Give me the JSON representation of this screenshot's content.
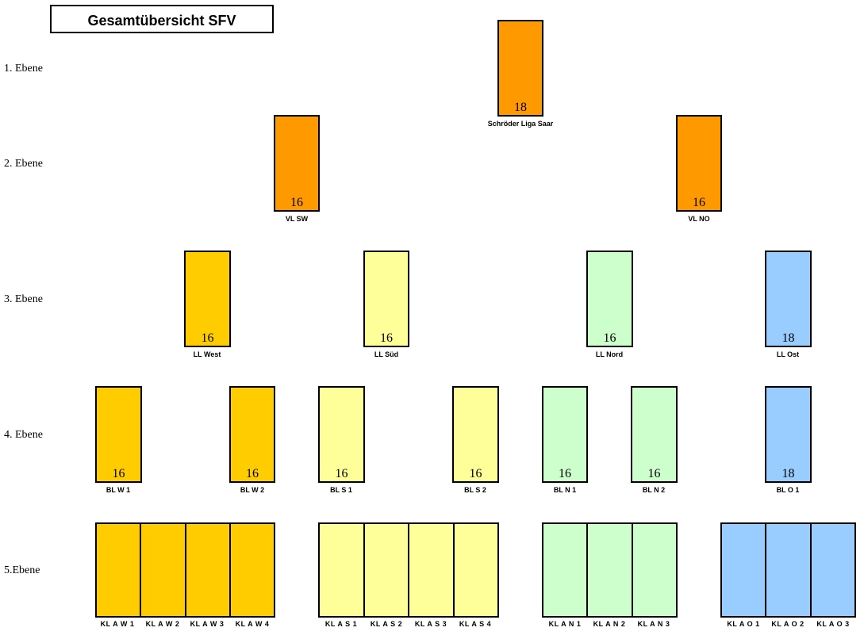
{
  "title": "Gesamtübersicht SFV",
  "colors": {
    "orange": "#ff9900",
    "gold": "#ffcc00",
    "lightyellow": "#ffff99",
    "lightgreen": "#ccffcc",
    "lightblue": "#99ccff"
  },
  "levels": [
    "1. Ebene",
    "2. Ebene",
    "3. Ebene",
    "4. Ebene",
    "5.Ebene"
  ],
  "leagues": {
    "slsaar": {
      "name": "Schröder Liga Saar",
      "count": "18"
    },
    "vlsw": {
      "name": "VL SW",
      "count": "16"
    },
    "vlno": {
      "name": "VL NO",
      "count": "16"
    },
    "llwest": {
      "name": "LL West",
      "count": "16"
    },
    "llsud": {
      "name": "LL Süd",
      "count": "16"
    },
    "llnord": {
      "name": "LL Nord",
      "count": "16"
    },
    "llost": {
      "name": "LL Ost",
      "count": "18"
    },
    "blw1": {
      "name": "BL  W 1",
      "count": "16"
    },
    "blw2": {
      "name": "BL  W 2",
      "count": "16"
    },
    "bls1": {
      "name": "BL  S 1",
      "count": "16"
    },
    "bls2": {
      "name": "BL  S 2",
      "count": "16"
    },
    "bln1": {
      "name": "BL  N 1",
      "count": "16"
    },
    "bln2": {
      "name": "BL  N 2",
      "count": "16"
    },
    "blo1": {
      "name": "BL  O 1",
      "count": "18"
    }
  },
  "kla": {
    "west": [
      "KL A  W 1",
      "KL A  W 2",
      "KL A  W 3",
      "KL A  W 4"
    ],
    "sud": [
      "KL A  S 1",
      "KL A  S 2",
      "KL A  S 3",
      "KL A  S 4"
    ],
    "nord": [
      "KL A  N 1",
      "KL A  N 2",
      "KL A  N 3"
    ],
    "ost": [
      "KL A  O 1",
      "KL A  O 2",
      "KL A  O 3"
    ]
  }
}
